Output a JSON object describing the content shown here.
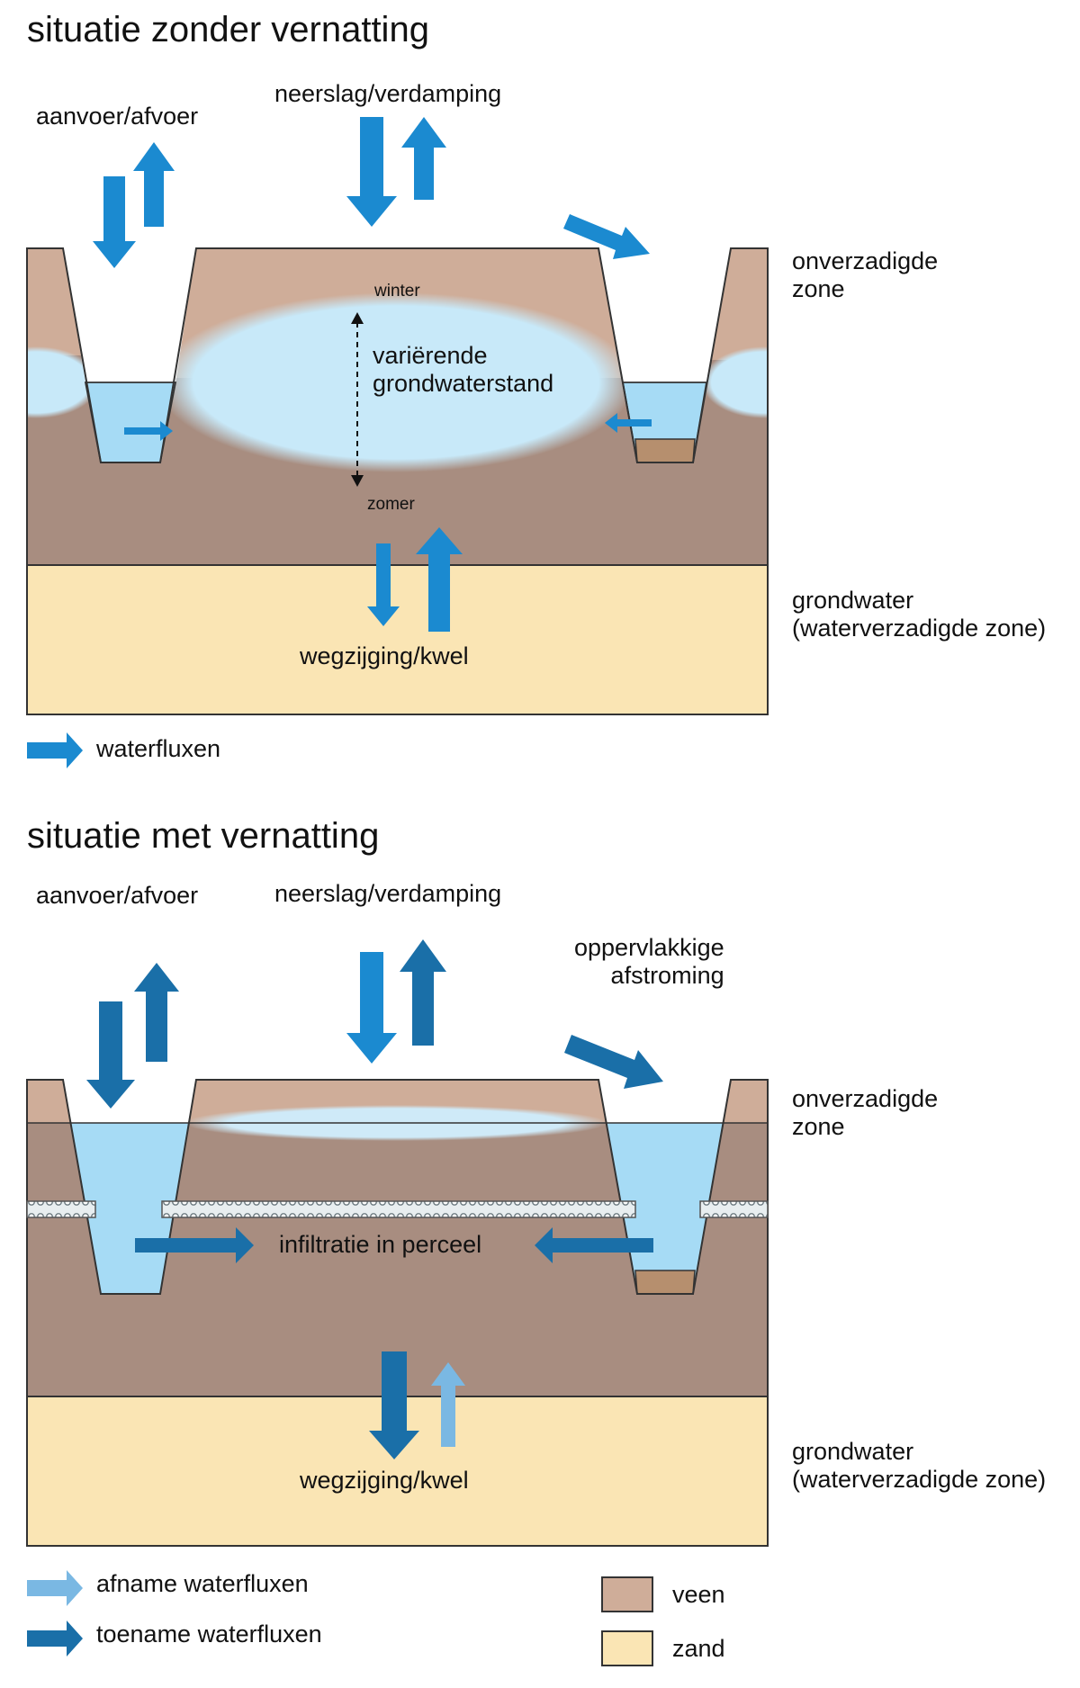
{
  "top": {
    "title": "situatie zonder vernatting",
    "aanvoer": "aanvoer/afvoer",
    "neerslag": "neerslag/verdamping",
    "onverzadigde": "onverzadigde\nzone",
    "winter": "winter",
    "variërend": "variërende\ngrondwaterstand",
    "zomer": "zomer",
    "wegzijging": "wegzijging/kwel",
    "grondwater": "grondwater\n(waterverzadigde zone)",
    "legend_flux": "waterfluxen"
  },
  "bottom": {
    "title": "situatie met vernatting",
    "aanvoer": "aanvoer/afvoer",
    "neerslag": "neerslag/verdamping",
    "oppervlakkige": "oppervlakkige\nafstroming",
    "onverzadigde": "onverzadigde\nzone",
    "infiltratie": "infiltratie in perceel",
    "wegzijging": "wegzijging/kwel",
    "grondwater": "grondwater\n(waterverzadigde zone)",
    "legend_afname": "afname waterfluxen",
    "legend_toename": "toename waterfluxen",
    "legend_veen": "veen",
    "legend_zand": "zand"
  },
  "colors": {
    "peat_light": "#cfad99",
    "peat_dark": "#a88d80",
    "sand": "#fae5b4",
    "water": "#a6dbf5",
    "groundwater_lens": "#c5e8f8",
    "flux": "#1b8ad0",
    "flux_increase": "#1a6fa8",
    "flux_decrease": "#7ab8e3",
    "ditch_bottom": "#b68f6e"
  }
}
